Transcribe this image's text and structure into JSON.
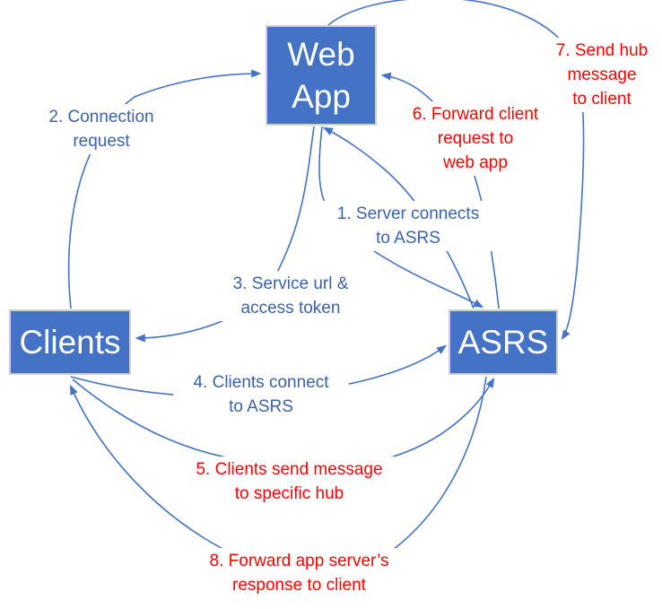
{
  "diagram": {
    "colors": {
      "node_fill": "#4472C4",
      "node_border": "#D0CECE",
      "node_text": "#FFFFFF",
      "blue_label_text": "#3A62AD",
      "red_label_text": "#FF0000",
      "arrow_line": "#4472C4",
      "background": "#FFFFFF"
    },
    "nodes": {
      "web_app": {
        "label": "Web\nApp"
      },
      "clients": {
        "label": "Clients"
      },
      "asrs": {
        "label": "ASRS"
      }
    },
    "labels": {
      "step1": {
        "text": "1. Server connects\nto ASRS",
        "color": "blue"
      },
      "step2": {
        "text": "2. Connection\nrequest",
        "color": "blue"
      },
      "step3": {
        "text": "3. Service url &\naccess token",
        "color": "blue"
      },
      "step4": {
        "text": "4. Clients connect\nto ASRS",
        "color": "blue"
      },
      "step5": {
        "text": "5. Clients send message\nto specific hub",
        "color": "red"
      },
      "step6": {
        "text": "6. Forward client\nrequest to\nweb app",
        "color": "red"
      },
      "step7": {
        "text": "7. Send hub\nmessage\nto client",
        "color": "red"
      },
      "step8": {
        "text": "8. Forward app server’s\nresponse to client",
        "color": "red"
      }
    },
    "arrows": [
      {
        "step": 1,
        "from": "Web App",
        "to": "ASRS"
      },
      {
        "step": 2,
        "from": "Clients",
        "to": "Web App"
      },
      {
        "step": 3,
        "from": "Web App",
        "to": "Clients"
      },
      {
        "step": 4,
        "from": "Clients",
        "to": "ASRS"
      },
      {
        "step": 5,
        "from": "Clients",
        "to": "ASRS"
      },
      {
        "step": 6,
        "from": "ASRS",
        "to": "Web App"
      },
      {
        "step": 7,
        "from": "Web App",
        "to": "ASRS"
      },
      {
        "step": 8,
        "from": "ASRS",
        "to": "Clients"
      }
    ]
  }
}
